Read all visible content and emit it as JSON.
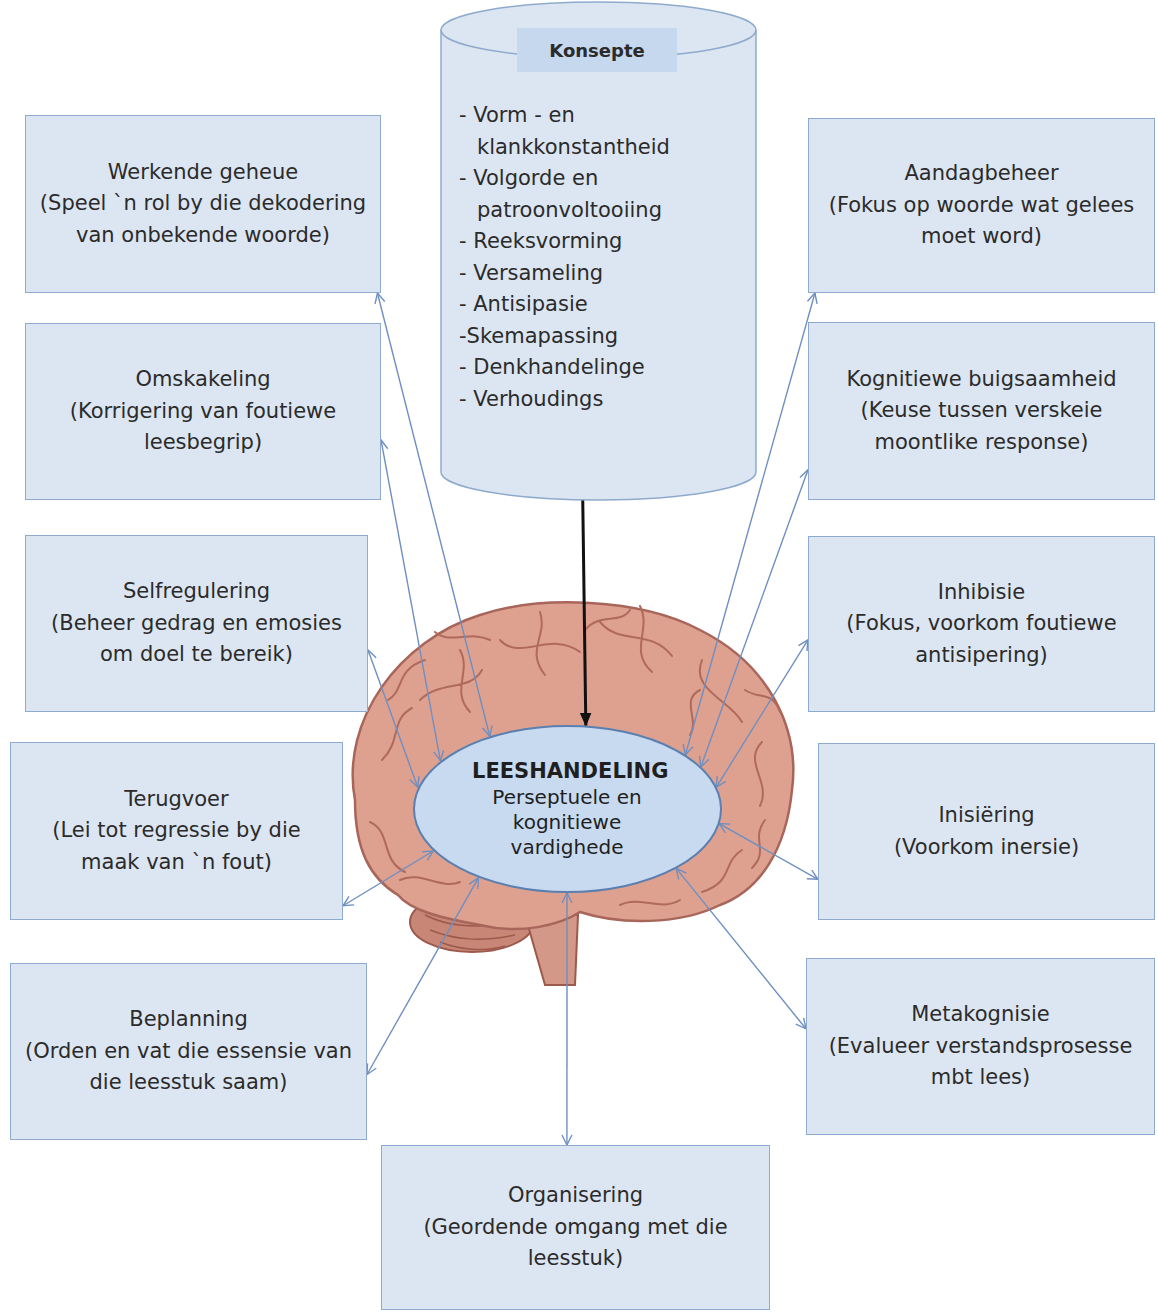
{
  "diagram": {
    "nodes": [
      {
        "text": [
          "Werkende geheue",
          "(Speel `n rol by die dekodering van onbekende woorde)"
        ]
      },
      {
        "text": [
          "Konsepte",
          "- Vorm - en klankkonstantheid",
          "- Volgorde en patroonvoltooiing",
          "- Reeksvorming",
          "- Versameling",
          "- Antisipasie",
          "-Skemapassing",
          "- Denkhandelinge",
          "- Verhoudings"
        ]
      },
      {
        "text": [
          "Aandagbeheer",
          "(Fokus op woorde wat gelees moet word)"
        ]
      },
      {
        "text": [
          "Omskakeling",
          "(Korrigering van foutiewe leesbegrip)"
        ]
      },
      {
        "text": [
          "Kognitiewe buigsaamheid",
          "(Keuse tussen verskeie moontlike response)"
        ]
      },
      {
        "text": [
          "Selfregulering",
          "(Beheer gedrag en emosies om doel te bereik)"
        ]
      },
      {
        "text": [
          "Inhibisie",
          "(Fokus, voorkom foutiewe antisipering)"
        ]
      },
      {
        "text": [
          "LEESHANDELING",
          "Perseptuele en kognitiewe vardighede"
        ]
      },
      {
        "text": [
          "Terugvoer",
          "(Lei tot regressie by die maak van `n fout)"
        ]
      },
      {
        "text": [
          "Inisiëring",
          "(Voorkom inersie)"
        ]
      },
      {
        "text": [
          "Beplanning",
          "(Orden en vat die essensie van die leesstuk saam)"
        ]
      },
      {
        "text": [
          "Metakognisie",
          "(Evalueer verstandsprosesse mbt lees)"
        ]
      },
      {
        "text": [
          "Organisering",
          "(Geordende omgang met die leesstuk)"
        ]
      }
    ],
    "edges": [
      {
        "from": 0,
        "to": 7,
        "arrow": "both"
      },
      {
        "from": 1,
        "to": 7,
        "arrow": "to"
      },
      {
        "from": 2,
        "to": 7,
        "arrow": "both"
      },
      {
        "from": 3,
        "to": 7,
        "arrow": "both"
      },
      {
        "from": 4,
        "to": 7,
        "arrow": "both"
      },
      {
        "from": 5,
        "to": 7,
        "arrow": "both"
      },
      {
        "from": 6,
        "to": 7,
        "arrow": "both"
      },
      {
        "from": 8,
        "to": 7,
        "arrow": "both"
      },
      {
        "from": 9,
        "to": 7,
        "arrow": "both"
      },
      {
        "from": 10,
        "to": 7,
        "arrow": "both"
      },
      {
        "from": 11,
        "to": 7,
        "arrow": "both"
      },
      {
        "from": 12,
        "to": 7,
        "arrow": "both"
      }
    ]
  }
}
